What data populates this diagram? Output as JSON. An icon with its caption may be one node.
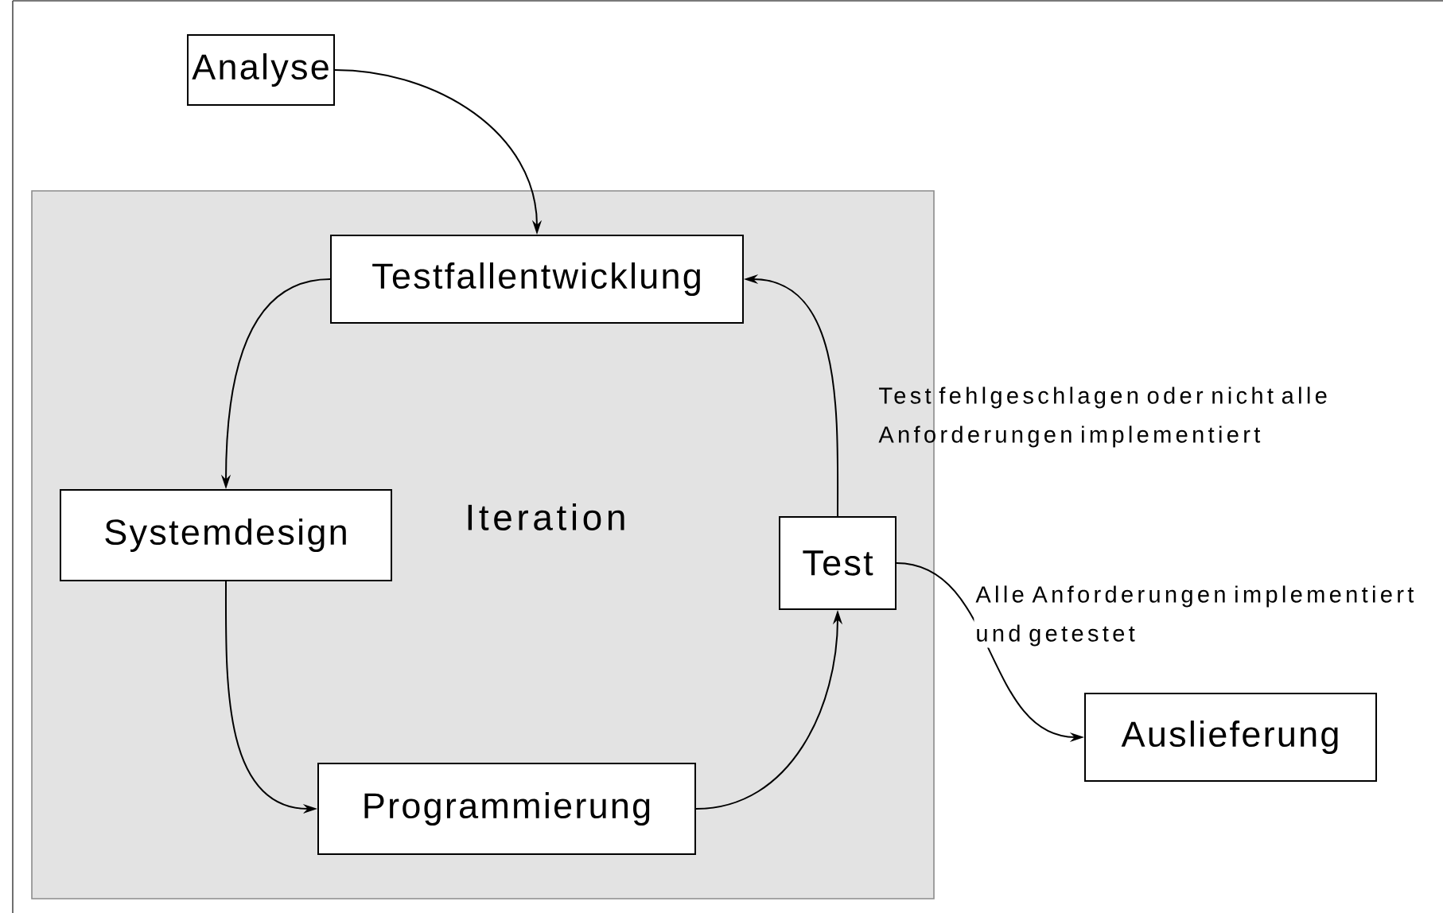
{
  "diagram": {
    "nodes": [
      {
        "text": [
          "Analyse"
        ]
      },
      {
        "text": [
          "Iteration"
        ]
      },
      {
        "text": [
          "Testfallentwicklung"
        ],
        "in": 1
      },
      {
        "text": [
          "Systemdesign"
        ],
        "in": 1
      },
      {
        "text": [
          "Programmierung"
        ],
        "in": 1
      },
      {
        "text": [
          "Test"
        ],
        "in": 1
      },
      {
        "text": [
          "Auslieferung"
        ]
      }
    ],
    "edges": [
      {
        "from": 0,
        "to": 2,
        "arrow": "to"
      },
      {
        "from": 2,
        "to": 3,
        "arrow": "to"
      },
      {
        "from": 3,
        "to": 4,
        "arrow": "to"
      },
      {
        "from": 4,
        "to": 5,
        "arrow": "to"
      },
      {
        "from": 5,
        "to": 2,
        "arrow": "to",
        "label": "Test fehlgeschlagen oder nicht alle Anforderungen implementiert"
      },
      {
        "from": 5,
        "to": 6,
        "arrow": "to",
        "label": "Alle Anforderungen implementiert und getestet"
      }
    ]
  }
}
